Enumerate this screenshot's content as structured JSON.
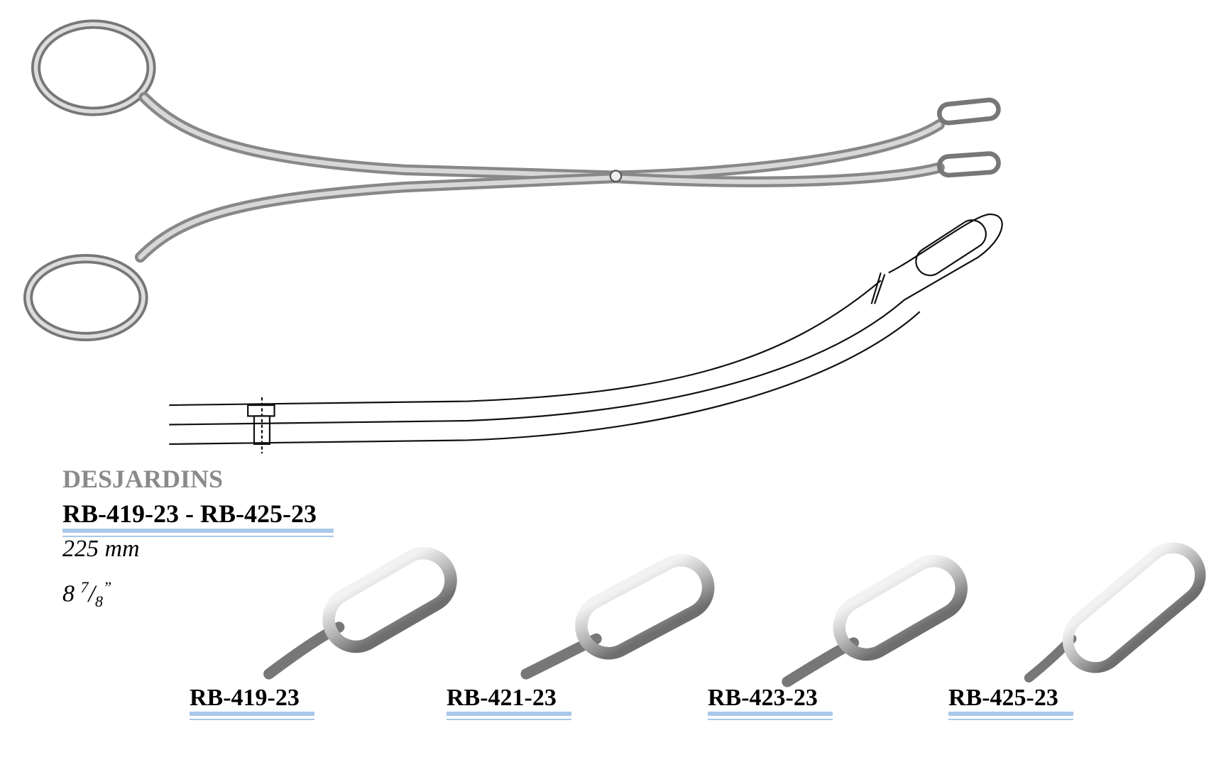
{
  "product": {
    "name": "DESJARDINS",
    "code_range": "RB-419-23 - RB-425-23",
    "length_mm": "225 mm",
    "length_in_whole": "8",
    "length_in_num": "7",
    "length_in_den": "8",
    "length_in_mark": "”"
  },
  "variants": [
    {
      "code": "RB-419-23"
    },
    {
      "code": "RB-421-23"
    },
    {
      "code": "RB-423-23"
    },
    {
      "code": "RB-425-23"
    }
  ],
  "colors": {
    "underline": "#a9c8ea",
    "brand": "#8a8a8a"
  }
}
